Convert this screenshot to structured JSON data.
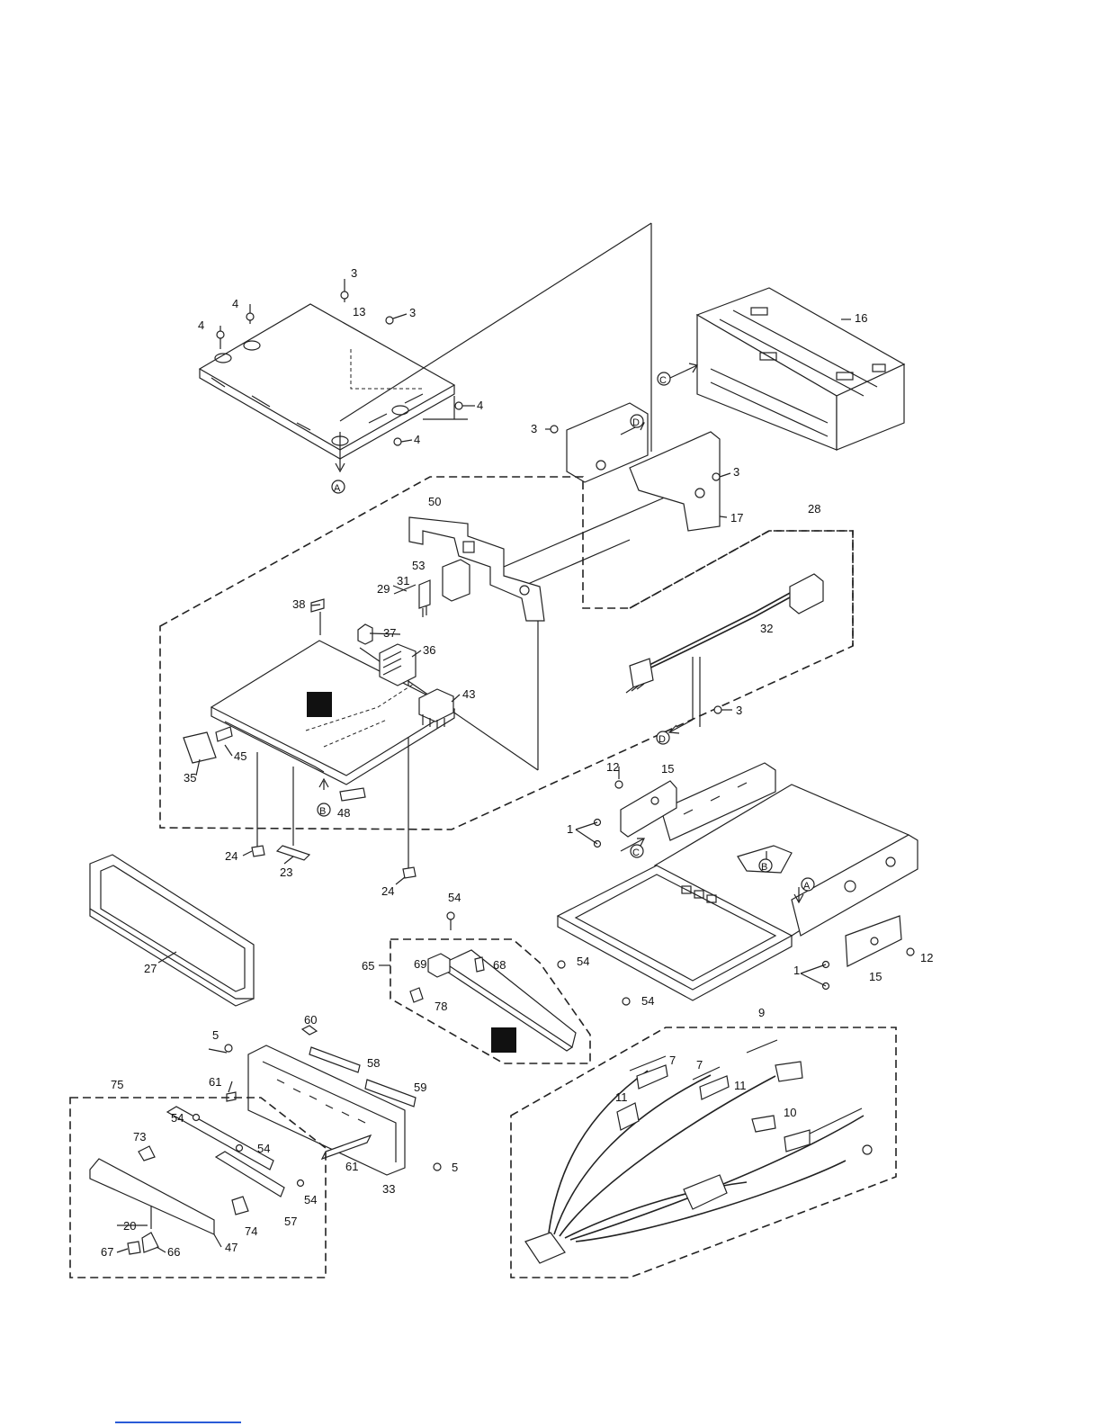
{
  "diagram": {
    "part_labels": {
      "p1a": "1",
      "p1b": "1",
      "p3a": "3",
      "p3b": "3",
      "p3c": "3",
      "p3d": "3",
      "p3e": "3",
      "p4a": "4",
      "p4b": "4",
      "p4c": "4",
      "p4d": "4",
      "p5a": "5",
      "p5b": "5",
      "p7a": "7",
      "p7b": "7",
      "p9": "9",
      "p10": "10",
      "p11a": "11",
      "p11b": "11",
      "p12a": "12",
      "p12b": "12",
      "p13": "13",
      "p15a": "15",
      "p15b": "15",
      "p16": "16",
      "p17": "17",
      "p20": "20",
      "p23": "23",
      "p24a": "24",
      "p24b": "24",
      "p27": "27",
      "p28": "28",
      "p29": "29",
      "p31": "31",
      "p32": "32",
      "p33": "33",
      "p35": "35",
      "p36": "36",
      "p37": "37",
      "p38": "38",
      "p43": "43",
      "p45": "45",
      "p47": "47",
      "p48": "48",
      "p50": "50",
      "p53": "53",
      "p54a": "54",
      "p54b": "54",
      "p54c": "54",
      "p54d": "54",
      "p54e": "54",
      "p54f": "54",
      "p57": "57",
      "p58": "58",
      "p59": "59",
      "p60": "60",
      "p61a": "61",
      "p61b": "61",
      "p65": "65",
      "p66": "66",
      "p67": "67",
      "p68": "68",
      "p69": "69",
      "p73": "73",
      "p74": "74",
      "p75": "75",
      "p78": "78"
    },
    "ref_markers": {
      "a1": "A",
      "a2": "A",
      "b1": "B",
      "b2": "B",
      "c1": "C",
      "c2": "C",
      "d1": "D",
      "d2": "D"
    }
  }
}
